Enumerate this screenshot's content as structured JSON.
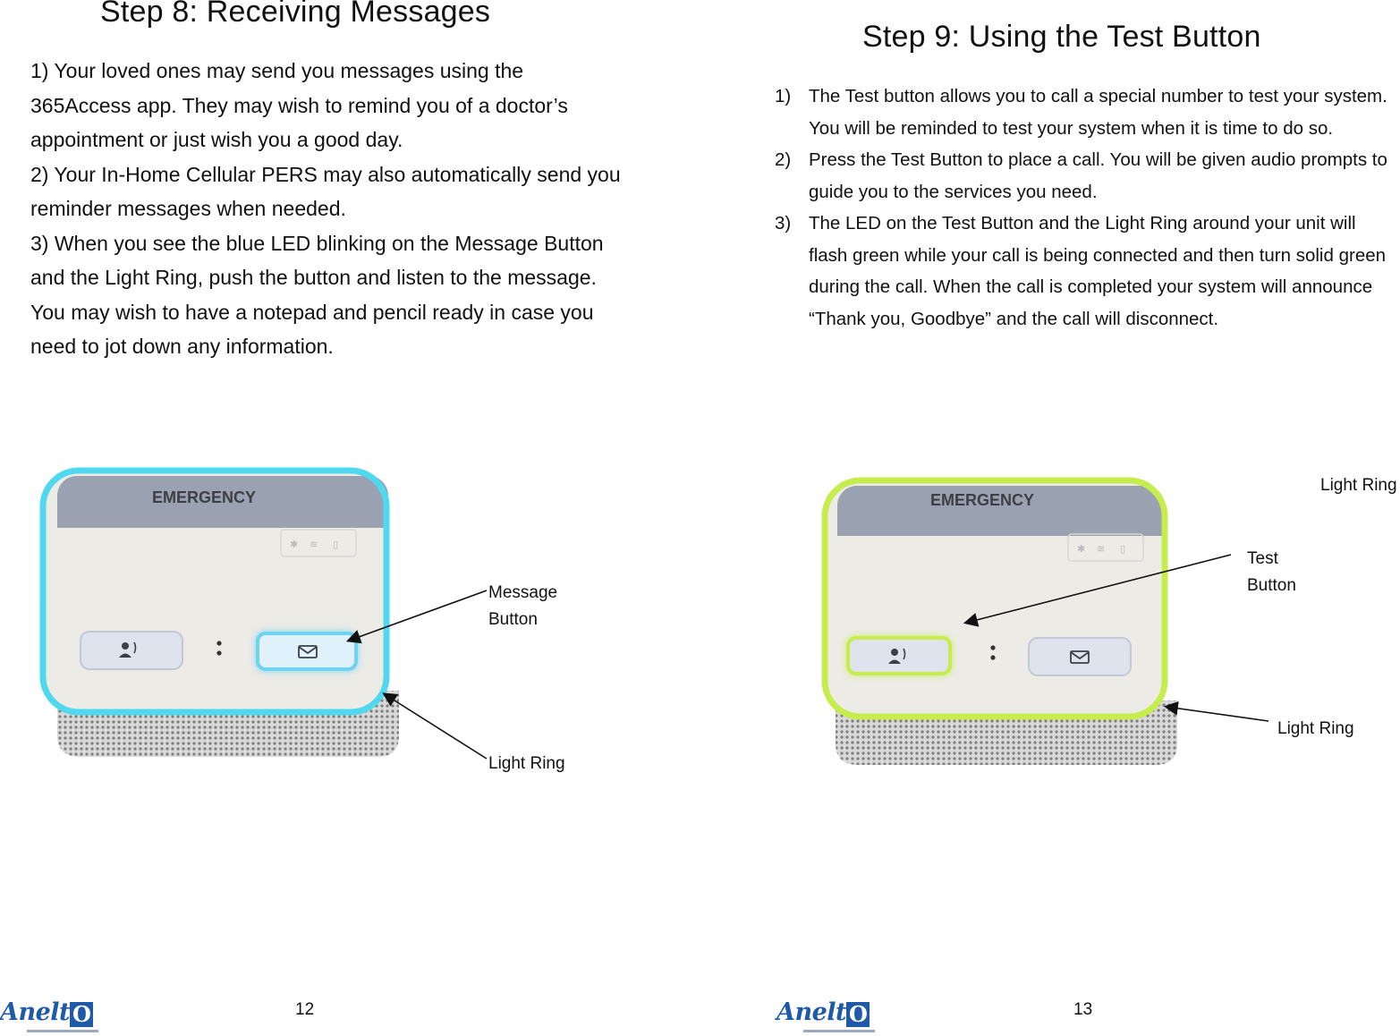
{
  "left_page": {
    "title": "Step 8: Receiving Messages",
    "paragraphs": [
      "1)  Your loved ones may send you messages using the 365Access app.  They may wish to remind you of a doctor’s appointment or just wish you a good day.",
      "2)  Your In-Home Cellular PERS may also automatically send you reminder messages when needed.",
      "3)  When you see the blue LED blinking on the Message Button and the Light Ring, push the button and listen to the message.  You may wish to have a notepad and pencil ready in case you need to jot down any information."
    ],
    "device": {
      "label": "EMERGENCY",
      "ring_color": "#4fd8ee",
      "highlighted_button": "message-button"
    },
    "callouts": {
      "message_button_line1": "Message",
      "message_button_line2": "Button",
      "light_ring": "Light Ring"
    },
    "page_number": "12",
    "logo": {
      "brand": "Anelt",
      "box_letter": "O"
    }
  },
  "right_page": {
    "title": "Step 9: Using the Test Button",
    "items": [
      {
        "num": "1)",
        "text": "The Test button allows you to call a special number to test your system. You will be reminded to test your system when it is time to do so."
      },
      {
        "num": "2)",
        "text": "Press the Test Button to place a call. You will be given audio prompts to guide you to the services you need."
      },
      {
        "num": "3)",
        "text": " The LED on the Test Button and the Light Ring around your unit will flash green while your call is being connected and then turn solid green during the call. When the call is completed your system will announce “Thank you, Goodbye” and the call will disconnect."
      }
    ],
    "device": {
      "label": "EMERGENCY",
      "ring_color": "#c6ec4e",
      "highlighted_button": "test-button"
    },
    "callouts": {
      "light_ring_top": "Light Ring",
      "test_button_line1": "Test",
      "test_button_line2": "Button",
      "light_ring": "Light Ring"
    },
    "page_number": "13",
    "logo": {
      "brand": "Anelt",
      "box_letter": "O"
    }
  }
}
